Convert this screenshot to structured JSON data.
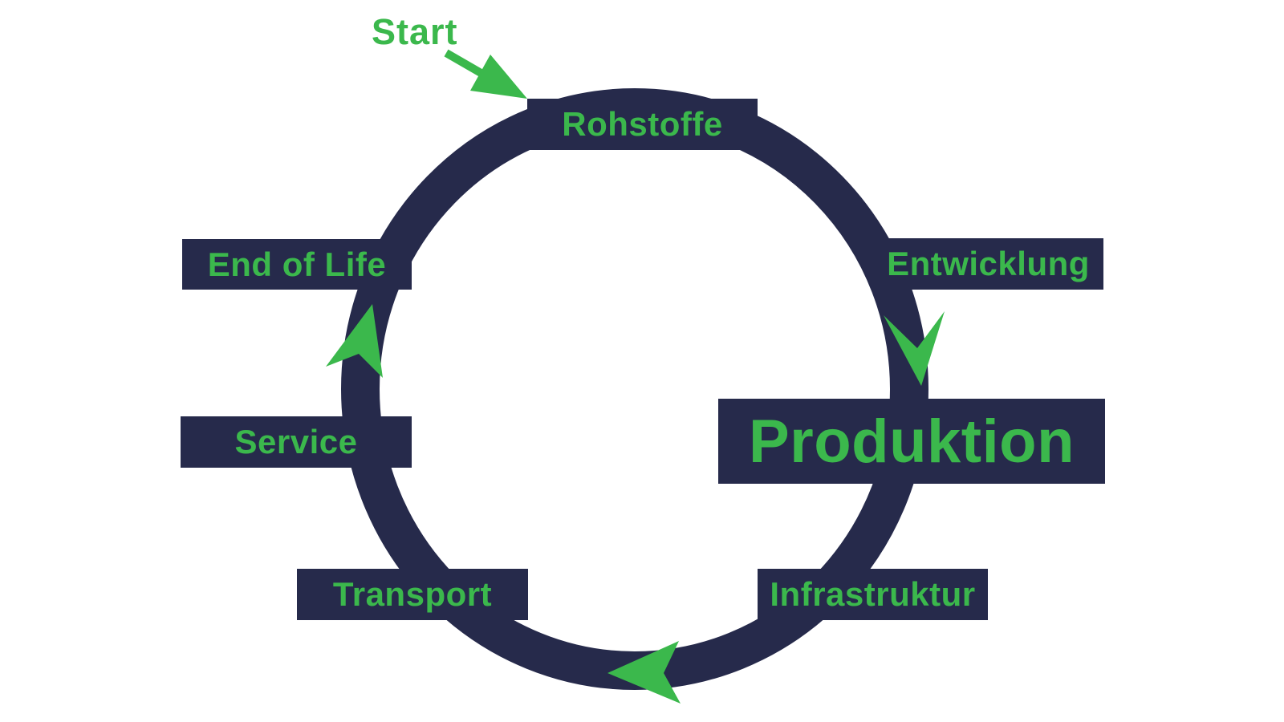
{
  "diagram": {
    "start": {
      "label": "Start"
    },
    "stages": [
      {
        "label": "Rohstoffe"
      },
      {
        "label": "Entwicklung"
      },
      {
        "label": "Produktion",
        "emphasized": true
      },
      {
        "label": "Infrastruktur"
      },
      {
        "label": "Transport"
      },
      {
        "label": "Service"
      },
      {
        "label": "End of Life"
      }
    ],
    "flow_direction": "clockwise",
    "colors": {
      "ring": "#262a4b",
      "box_background": "#262a4b",
      "label_text": "#3bb84c",
      "arrow": "#3bb84c",
      "page_background": "#ffffff"
    }
  }
}
